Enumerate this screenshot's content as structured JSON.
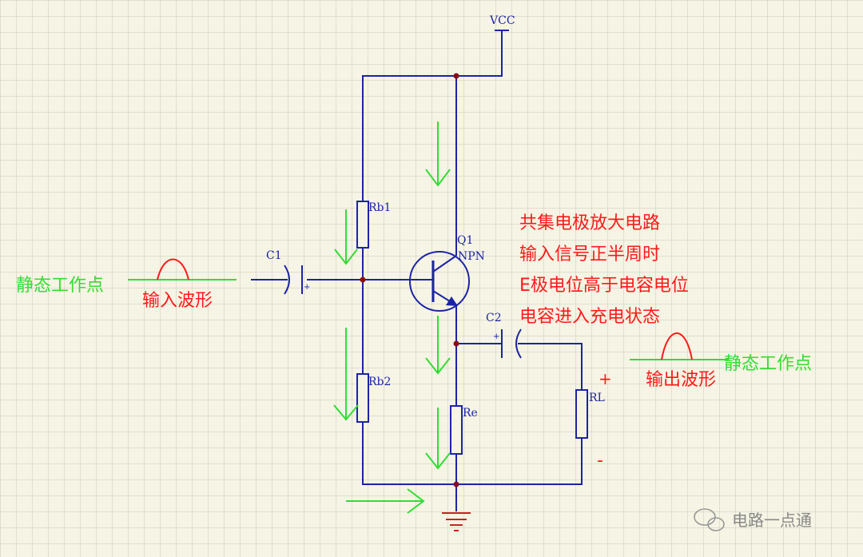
{
  "schematic": {
    "supply_label": "VCC",
    "transistor_ref": "Q1",
    "transistor_type": "NPN",
    "resistors": {
      "rb1": "Rb1",
      "rb2": "Rb2",
      "re": "Re",
      "rl": "RL"
    },
    "capacitors": {
      "c1": "C1",
      "c2": "C2"
    },
    "cap_plus": "+",
    "load_polarity": {
      "plus": "+",
      "minus": "-"
    }
  },
  "annotations": {
    "left_bias_label": "静态工作点",
    "left_wave_label": "输入波形",
    "right_bias_label": "静态工作点",
    "right_wave_label": "输出波形",
    "description_lines": [
      "共集电极放大电路",
      "输入信号正半周时",
      "E极电位高于电容电位",
      "电容进入充电状态"
    ]
  },
  "watermark": {
    "text": "电路一点通"
  },
  "colors": {
    "wire": "#1c24a6",
    "grid": "#c9c9b8",
    "annotation_red": "#ff1a1a",
    "annotation_green": "#33dd33",
    "node": "#8a1010",
    "background": "#f6f4e4"
  }
}
